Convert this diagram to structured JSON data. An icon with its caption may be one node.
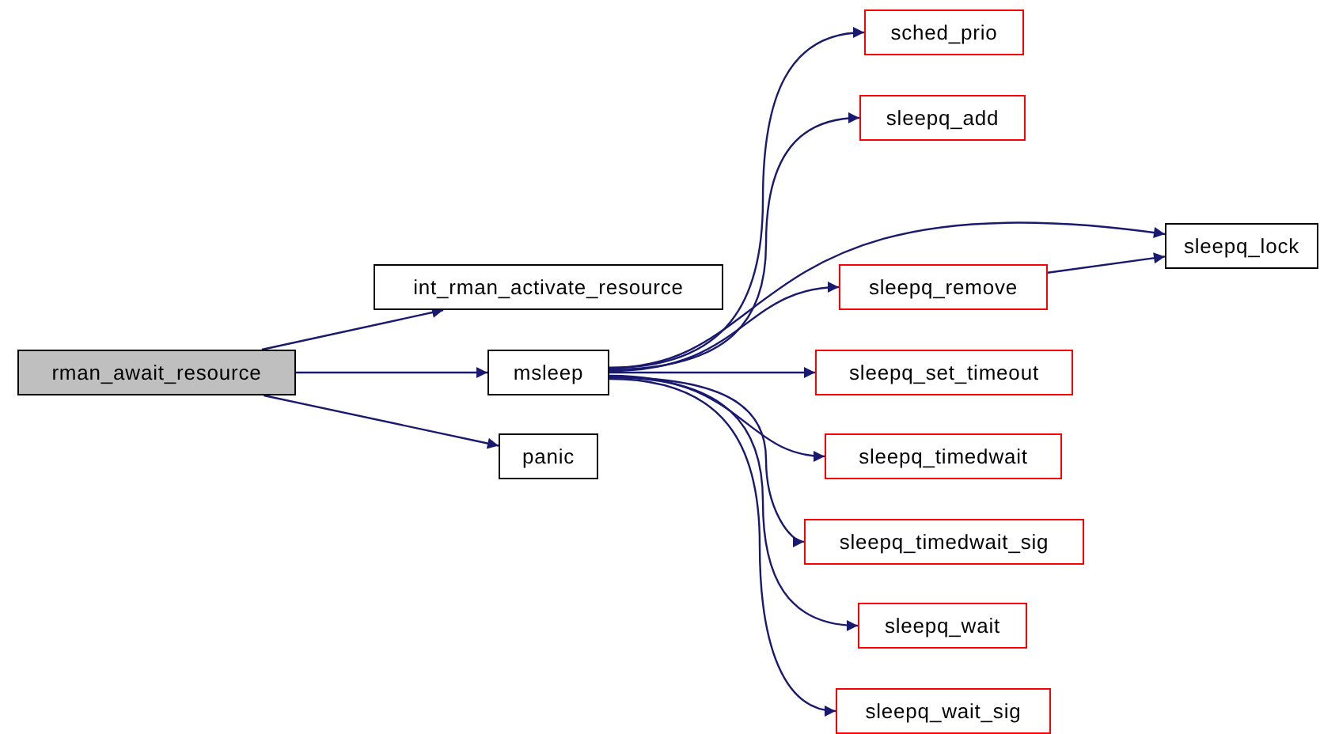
{
  "diagram": {
    "nodes": [
      {
        "text": [
          "rman_await_resource"
        ]
      },
      {
        "text": [
          "int_rman_activate_resource"
        ]
      },
      {
        "text": [
          "msleep"
        ]
      },
      {
        "text": [
          "panic"
        ]
      },
      {
        "text": [
          "sched_prio"
        ]
      },
      {
        "text": [
          "sleepq_add"
        ]
      },
      {
        "text": [
          "sleepq_lock"
        ]
      },
      {
        "text": [
          "sleepq_remove"
        ]
      },
      {
        "text": [
          "sleepq_set_timeout"
        ]
      },
      {
        "text": [
          "sleepq_timedwait"
        ]
      },
      {
        "text": [
          "sleepq_timedwait_sig"
        ]
      },
      {
        "text": [
          "sleepq_wait"
        ]
      },
      {
        "text": [
          "sleepq_wait_sig"
        ]
      }
    ],
    "edges": [
      {
        "from": 0,
        "to": 1,
        "arrow": "to"
      },
      {
        "from": 0,
        "to": 2,
        "arrow": "to"
      },
      {
        "from": 0,
        "to": 3,
        "arrow": "to"
      },
      {
        "from": 2,
        "to": 4,
        "arrow": "to"
      },
      {
        "from": 2,
        "to": 5,
        "arrow": "to"
      },
      {
        "from": 2,
        "to": 6,
        "arrow": "to"
      },
      {
        "from": 2,
        "to": 7,
        "arrow": "to"
      },
      {
        "from": 2,
        "to": 8,
        "arrow": "to"
      },
      {
        "from": 2,
        "to": 9,
        "arrow": "to"
      },
      {
        "from": 2,
        "to": 10,
        "arrow": "to"
      },
      {
        "from": 2,
        "to": 11,
        "arrow": "to"
      },
      {
        "from": 2,
        "to": 12,
        "arrow": "to"
      },
      {
        "from": 7,
        "to": 6,
        "arrow": "to"
      }
    ]
  }
}
